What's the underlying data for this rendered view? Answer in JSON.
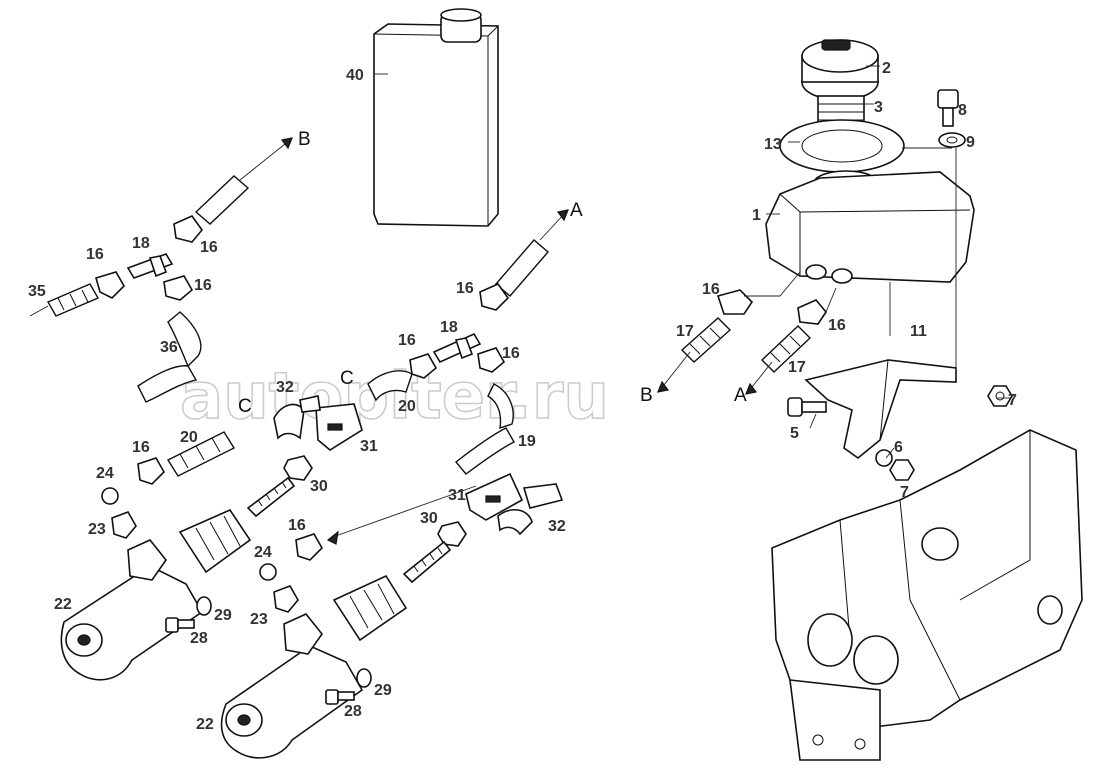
{
  "watermark": "autopiter.ru",
  "callouts": {
    "c40": "40",
    "c2": "2",
    "c3": "3",
    "c13": "13",
    "c1": "1",
    "c8": "8",
    "c9": "9",
    "c11": "11",
    "c7a": "7",
    "c7b": "7",
    "c5": "5",
    "c6": "6",
    "c16a": "16",
    "c16b": "16",
    "c16c": "16",
    "c16d": "16",
    "c16e": "16",
    "c16f": "16",
    "c16g": "16",
    "c16h": "16",
    "c16i": "16",
    "c16j": "16",
    "c18a": "18",
    "c18b": "18",
    "c35": "35",
    "c36": "36",
    "c17a": "17",
    "c17b": "17",
    "c32a": "32",
    "c32b": "32",
    "c31a": "31",
    "c31b": "31",
    "c20a": "20",
    "c20b": "20",
    "c19": "19",
    "c30a": "30",
    "c30b": "30",
    "c24a": "24",
    "c24b": "24",
    "c23a": "23",
    "c23b": "23",
    "c22a": "22",
    "c22b": "22",
    "c29a": "29",
    "c29b": "29",
    "c28a": "28",
    "c28b": "28"
  },
  "ref_letters": {
    "b_top": "B",
    "a_top": "A",
    "c_mid": "C",
    "c_left": "C",
    "b_right": "B",
    "a_right": "A"
  }
}
